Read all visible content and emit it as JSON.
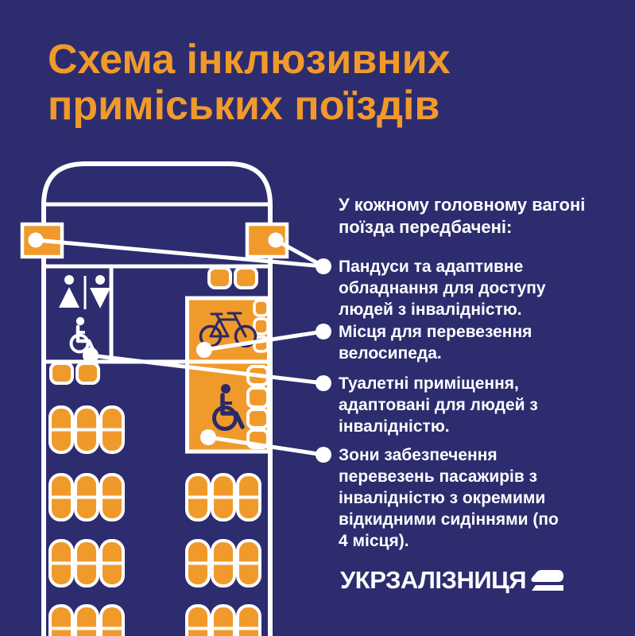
{
  "title": "Схема інклюзивних\nприміських поїздів",
  "intro": {
    "heading": "У кожному головному вагоні поїзда передбачені:"
  },
  "callouts": [
    {
      "label": "Пандуси та адаптивне обладнання для доступу людей з інвалідністю."
    },
    {
      "label": "Місця для перевезення велосипеда."
    },
    {
      "label": "Туалетні приміщення, адаптовані для людей з інвалідністю."
    },
    {
      "label": "Зони забезпечення перевезень пасажирів з інвалідністю з окремими відкидними сидіннями (по 4 місця)."
    }
  ],
  "brand": {
    "logo_text": "УКРЗАЛІЗНИЦЯ"
  },
  "colors": {
    "background": "#2d2c6f",
    "accent_orange": "#f09a2c",
    "text_white": "#ffffff",
    "icon_navy": "#2b2a66"
  },
  "icons": {
    "toilet_sign": "man-woman-toilet-icon",
    "accessibility": "wheelchair-icon",
    "bicycle": "bicycle-icon",
    "brand_mark": "train-logo-icon"
  }
}
